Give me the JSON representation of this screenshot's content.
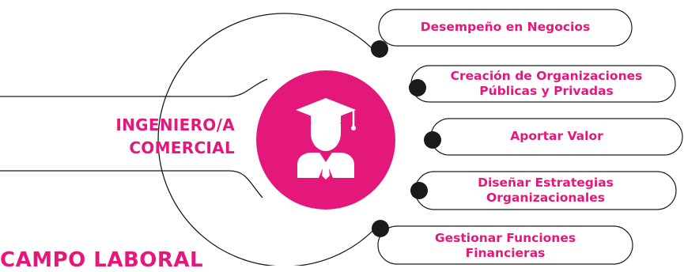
{
  "colors": {
    "accent": "#e4187a",
    "line": "#1a1a1a",
    "dot": "#1a1a1a",
    "icon": "#ffffff"
  },
  "center": {
    "title_line1": "INGENIERO/A",
    "title_line2": "COMERCIAL",
    "icon": "graduate-person-icon"
  },
  "branches": [
    {
      "line1": "Desempeño en Negocios",
      "line2": ""
    },
    {
      "line1": "Creación de Organizaciones",
      "line2": "Públicas y Privadas"
    },
    {
      "line1": "Aportar Valor",
      "line2": ""
    },
    {
      "line1": "Diseñar Estrategias",
      "line2": "Organizacionales"
    },
    {
      "line1": "Gestionar Funciones",
      "line2": "Financieras"
    }
  ],
  "footer": {
    "heading": "CAMPO LABORAL"
  }
}
